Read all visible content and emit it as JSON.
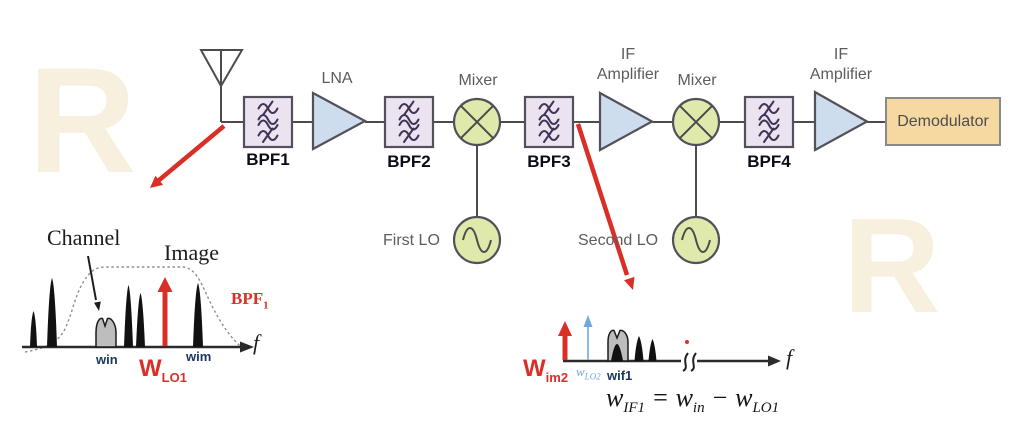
{
  "diagram": {
    "blocks": {
      "bpf1": "BPF1",
      "bpf2": "BPF2",
      "bpf3": "BPF3",
      "bpf4": "BPF4",
      "lna": "LNA",
      "mixer1": "Mixer",
      "mixer2": "Mixer",
      "if_amp1": {
        "line1": "IF",
        "line2": "Amplifier"
      },
      "if_amp2": {
        "line1": "IF",
        "line2": "Amplifier"
      },
      "first_lo": "First LO",
      "second_lo": "Second LO",
      "demodulator": "Demodulator"
    },
    "spectrum_left": {
      "channel_label": "Channel",
      "image_label": "Image",
      "bpf_label": "BPF",
      "bpf_sub": "1",
      "win": "win",
      "wim": "wim",
      "wlo1_main": "W",
      "wlo1_sub": "LO1",
      "f": "f"
    },
    "spectrum_right": {
      "wim2_main": "W",
      "wim2_sub": "im2",
      "wlo2_main": "w",
      "wlo2_sub": "LO2",
      "wif1": "wif1",
      "f": "f",
      "formula": {
        "w1": "w",
        "s1": "IF1",
        "eq": "=",
        "w2": "w",
        "s2": "in",
        "minus": "−",
        "w3": "w",
        "s3": "LO1"
      }
    },
    "watermark": {
      "letter": "R"
    },
    "colors": {
      "filter_fill": "#ece3f1",
      "amp_fill": "#cddded",
      "mixer_fill": "#e0e9ac",
      "demod_fill": "#f6d8a1",
      "arrow_red": "#da2f27",
      "blue": "#6fa8dc",
      "navy": "#17375e",
      "label_gray": "#5c5c5c",
      "watermark": "#f7f0de"
    }
  }
}
